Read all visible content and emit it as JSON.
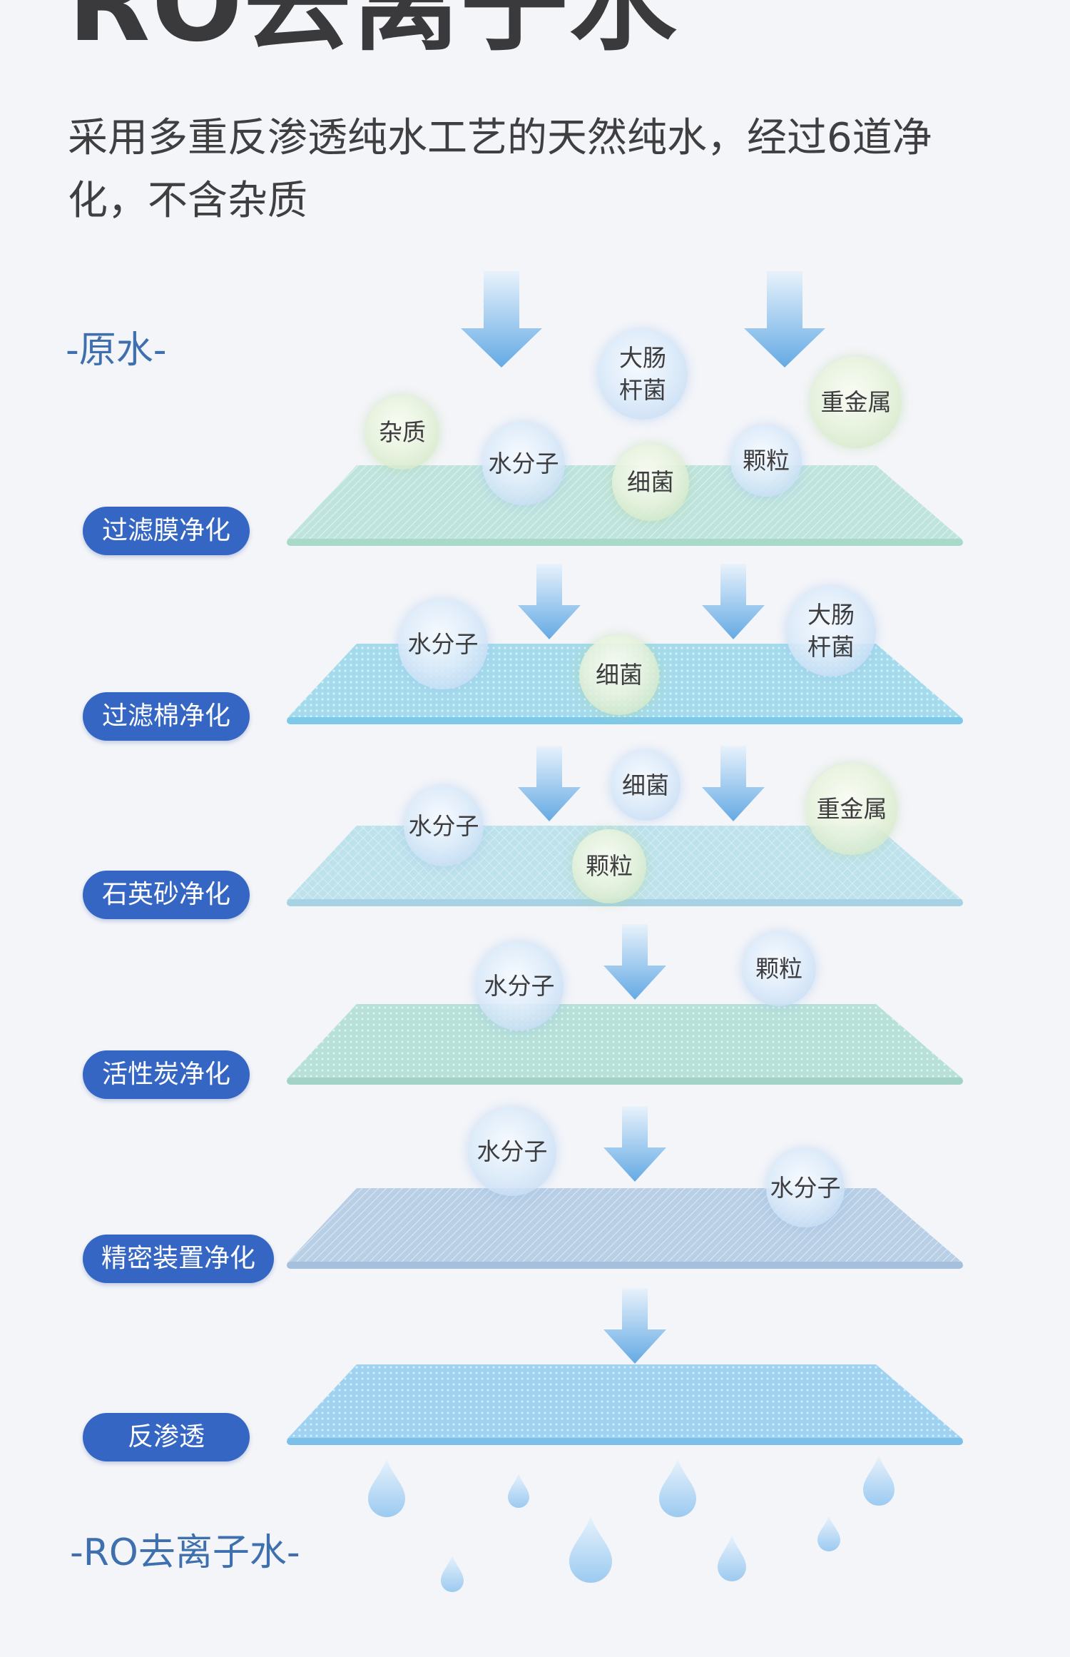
{
  "headline": "RO去离子水",
  "subtitle": "采用多重反渗透纯水工艺的天然纯水，经过6道净化，不含杂质",
  "raw_label": "-原水-",
  "ro_label": "-RO去离子水-",
  "stages": [
    {
      "label": "过滤膜净化"
    },
    {
      "label": "过滤棉净化"
    },
    {
      "label": "石英砂净化"
    },
    {
      "label": "活性炭净化"
    },
    {
      "label": "精密装置净化"
    },
    {
      "label": "反渗透"
    }
  ],
  "particles": {
    "water_molecule": "水分子",
    "bacteria": "细菌",
    "e_coli_line1": "大肠",
    "e_coli_line2": "杆菌",
    "heavy_metal": "重金属",
    "impurity": "杂质",
    "granule": "颗粒"
  },
  "colors": {
    "pill": "#3566c4",
    "label_blue": "#3e6fae",
    "arrow": "#6fb0e6"
  }
}
